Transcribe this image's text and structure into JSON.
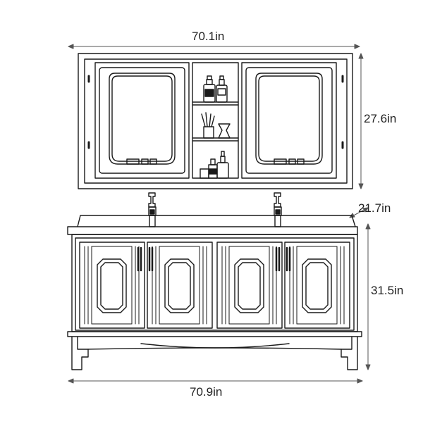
{
  "dimensions": {
    "overall_top_width": "70.1in",
    "mirror_cabinet_height": "27.6in",
    "vanity_depth": "21.7in",
    "vanity_height": "31.5in",
    "vanity_width": "70.9in"
  },
  "colors": {
    "line": "#1a1a1a",
    "dim_line": "#555555",
    "background": "#ffffff"
  }
}
